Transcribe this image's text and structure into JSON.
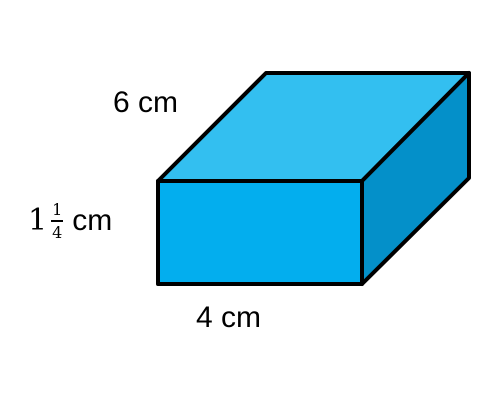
{
  "labels": {
    "depth": "6 cm",
    "width": "4 cm",
    "height": {
      "whole": "1",
      "numerator": "1",
      "denominator": "4",
      "unit": "cm"
    }
  },
  "colors": {
    "top_face": "#33BFF0",
    "front_face": "#03AEEE",
    "side_face": "#0490C9",
    "edge": "#000000"
  }
}
